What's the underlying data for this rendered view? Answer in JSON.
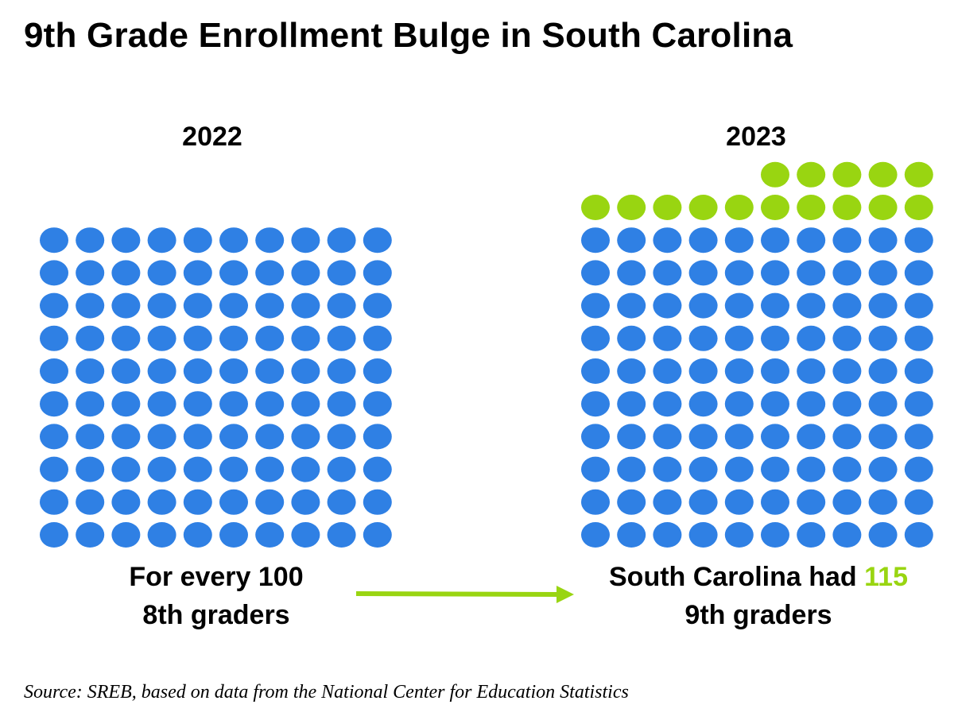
{
  "title": "9th Grade Enrollment Bulge in South Carolina",
  "colors": {
    "base": "#2f80e4",
    "extra": "#99d511",
    "arrow": "#99d511",
    "text": "#000000"
  },
  "chart_data": [
    {
      "type": "waffle",
      "year_label": "2022",
      "unit_count": 100,
      "base_count": 100,
      "extra_count": 0,
      "columns": 10,
      "caption_line1": "For every 100",
      "caption_line2": "8th graders"
    },
    {
      "type": "waffle",
      "year_label": "2023",
      "unit_count": 115,
      "base_count": 100,
      "extra_count": 15,
      "columns": 10,
      "caption_line1_prefix": "South Carolina had ",
      "caption_line1_highlight": "115",
      "caption_line2": "9th graders"
    }
  ],
  "source": "Source: SREB, based on data from the National Center for Education Statistics"
}
